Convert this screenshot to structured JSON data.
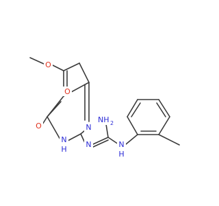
{
  "colors": {
    "bond": "#3a3a3a",
    "carbon": "#3a3a3a",
    "oxygen": "#e0321e",
    "nitrogen": "#2a2ad6"
  },
  "atoms": {
    "ester_o_single": {
      "text": "O",
      "element": "O"
    },
    "ester_o_double": {
      "text": "O",
      "element": "O"
    },
    "ring_n3": {
      "text": "N",
      "element": "N"
    },
    "ring_n1h": {
      "text": "N",
      "sub": "H",
      "element": "N"
    },
    "keto_o": {
      "text": "O",
      "element": "O"
    },
    "imine_n": {
      "text": "N",
      "element": "N"
    },
    "amine_nh2": {
      "text": "NH",
      "sub": "2",
      "element": "N"
    },
    "aniline_nh": {
      "text": "N",
      "sub": "H",
      "element": "N"
    }
  }
}
